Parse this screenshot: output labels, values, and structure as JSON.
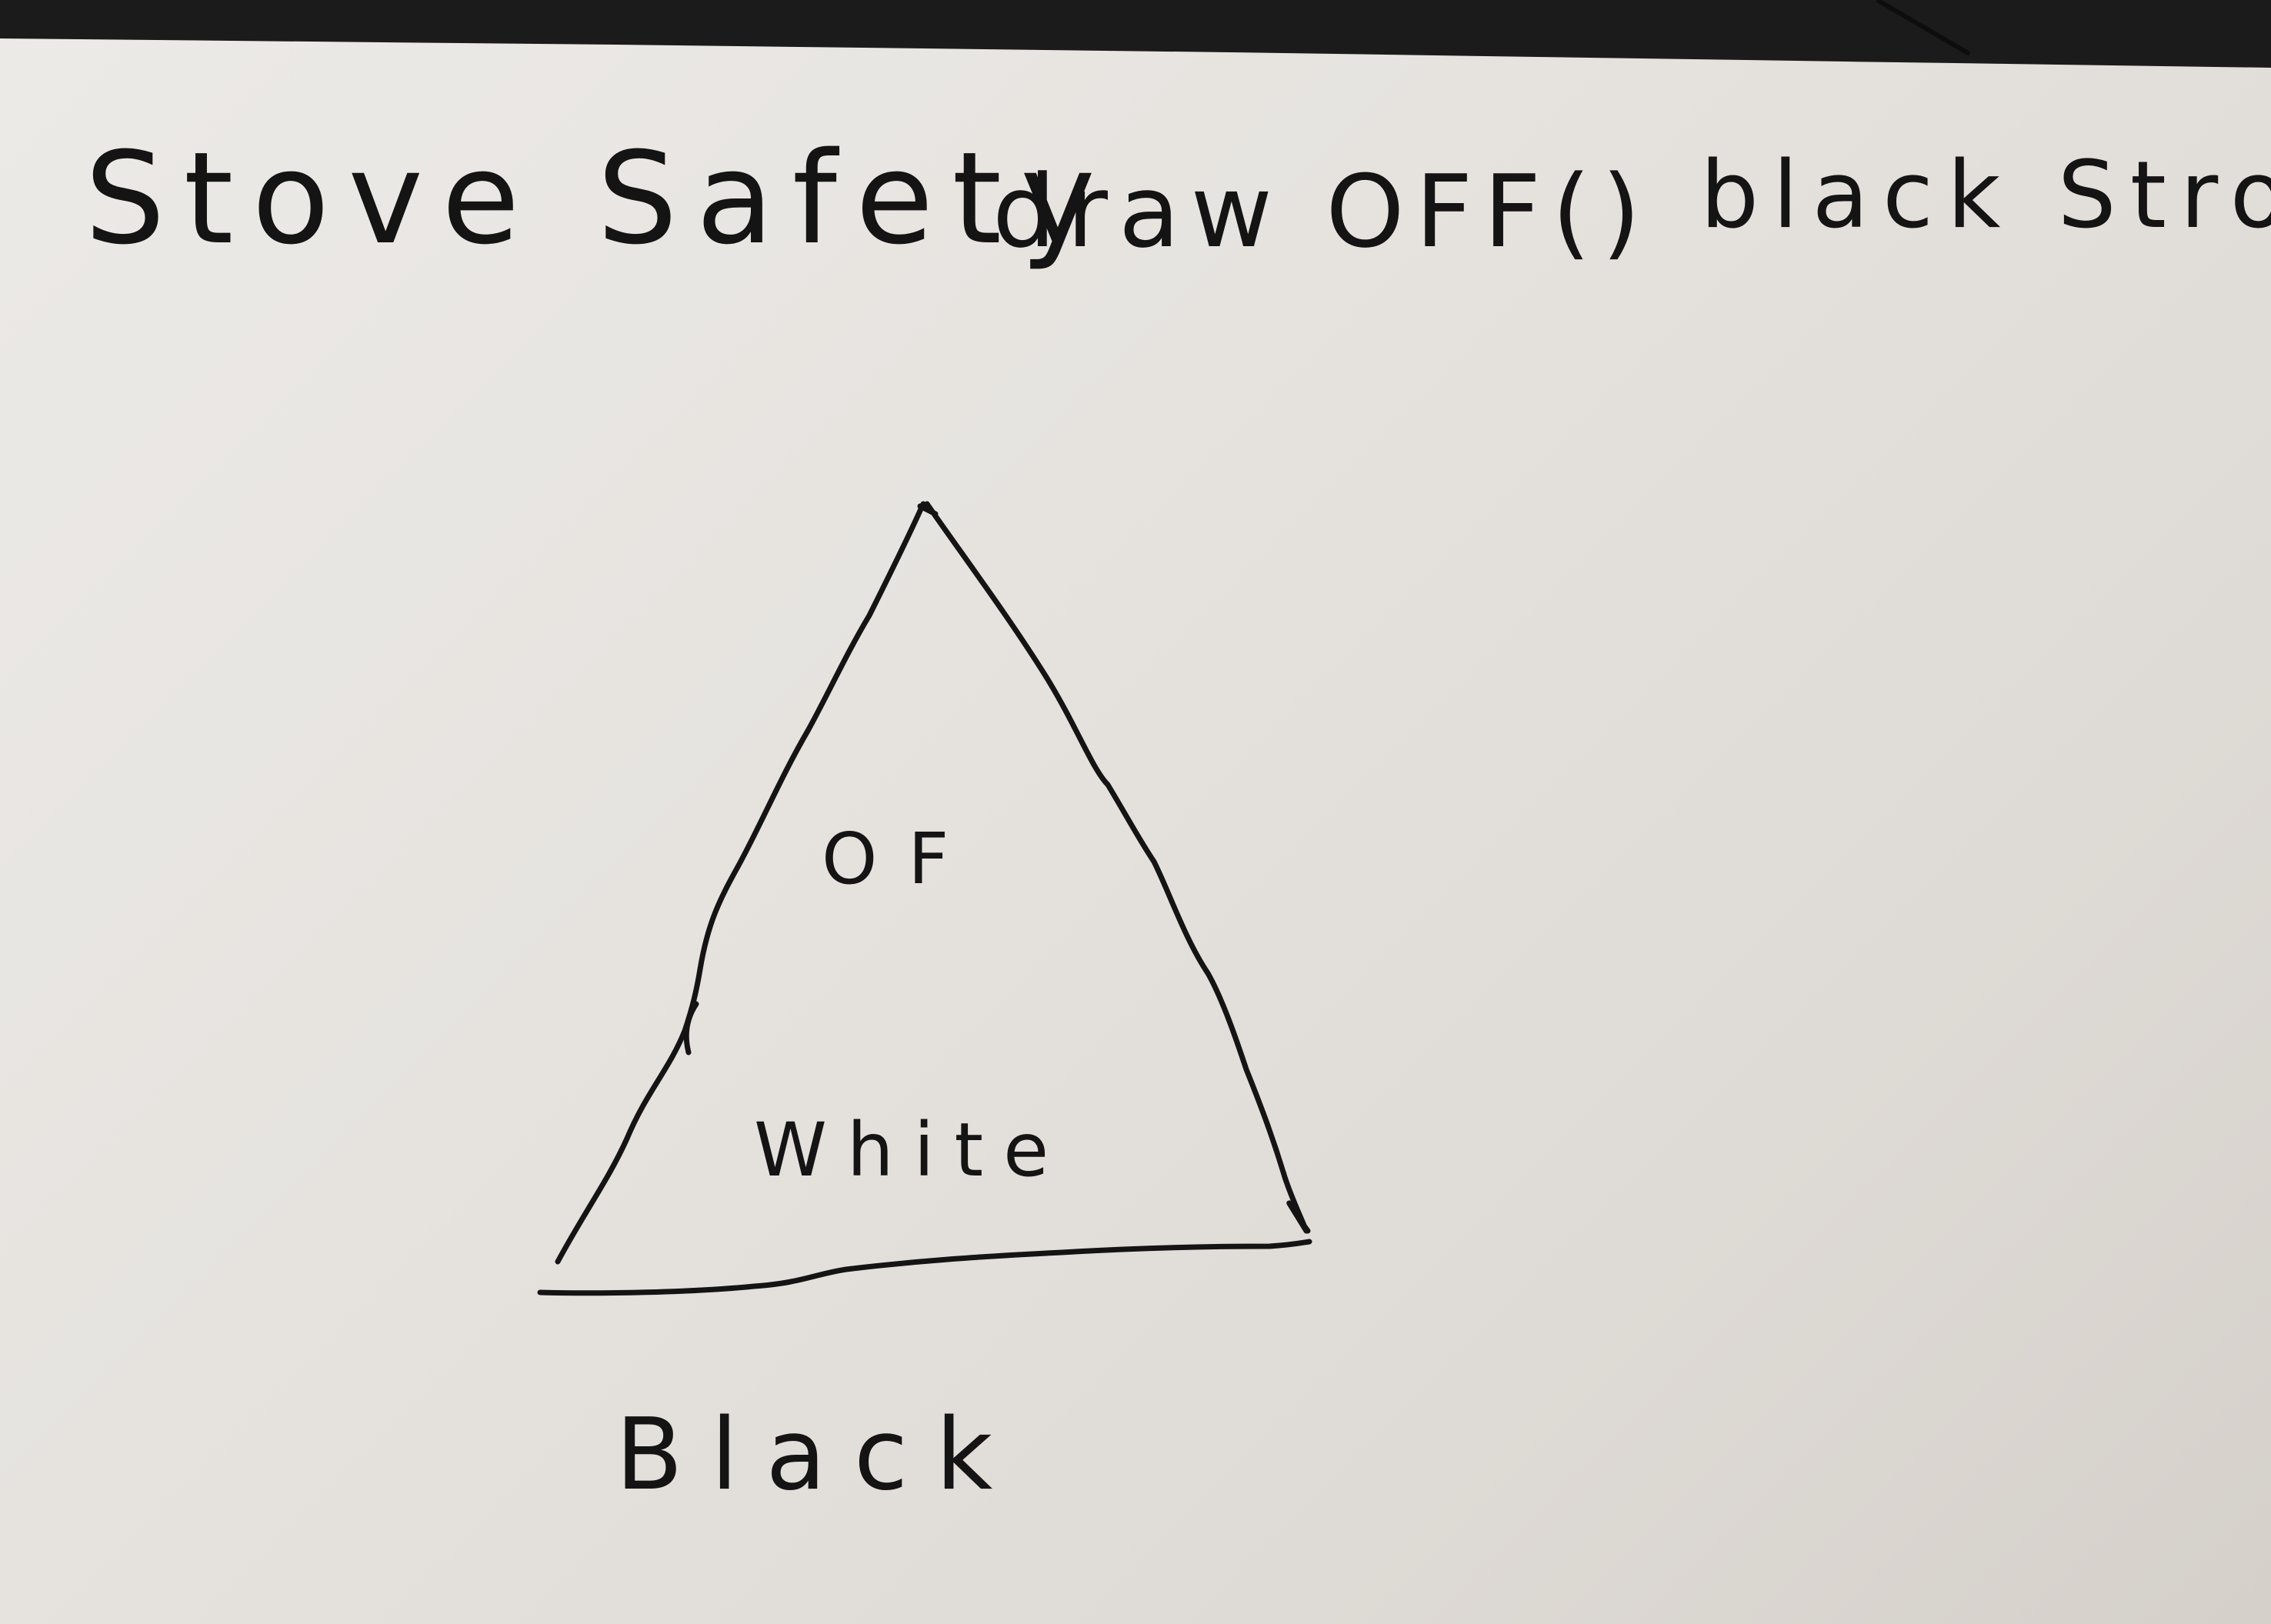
{
  "note": {
    "heading": "Stove Safety",
    "subheading_left": "draw OFF()",
    "subheading_right": "black Stroke",
    "triangle_top_label": "OF",
    "triangle_bottom_label": "White",
    "below_label": "Black"
  },
  "colors": {
    "ink": "#141414",
    "paper": "#e6e3df",
    "table": "#1a1a1a"
  }
}
